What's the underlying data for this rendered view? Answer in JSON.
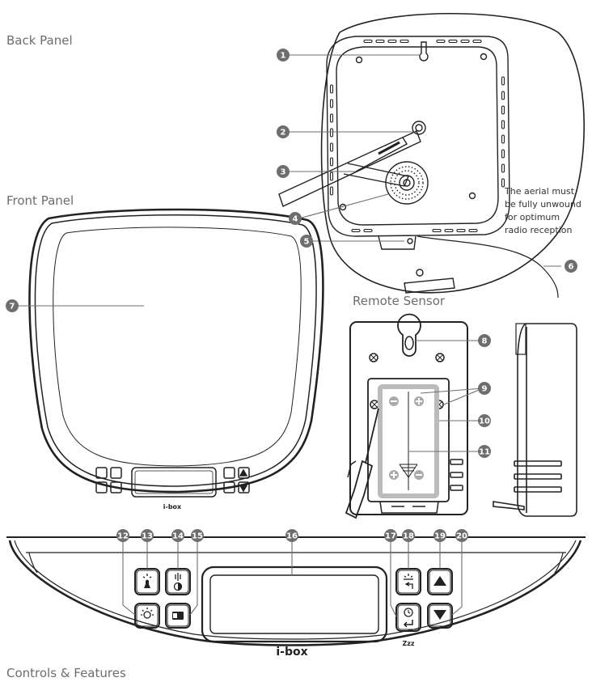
{
  "headings": {
    "back_panel": "Back Panel",
    "front_panel": "Front Panel",
    "remote_sensor": "Remote Sensor",
    "controls": "Controls & Features"
  },
  "aerial_note": [
    "The aerial must",
    "be fully unwound",
    "for optimum",
    "radio reception"
  ],
  "brand": "i-box",
  "snooze": "Zzz",
  "callouts": {
    "c1": "1",
    "c2": "2",
    "c3": "3",
    "c4": "4",
    "c5": "5",
    "c6": "6",
    "c7": "7",
    "c8": "8",
    "c9": "9",
    "c10": "10",
    "c11": "11",
    "c12": "12",
    "c13": "13",
    "c14": "14",
    "c15": "15",
    "c16": "16",
    "c17": "17",
    "c18": "18",
    "c19": "19",
    "c20": "20"
  },
  "colors": {
    "line": "#222222",
    "callout": "#6e6e6e",
    "heading": "#6d6d6d"
  }
}
